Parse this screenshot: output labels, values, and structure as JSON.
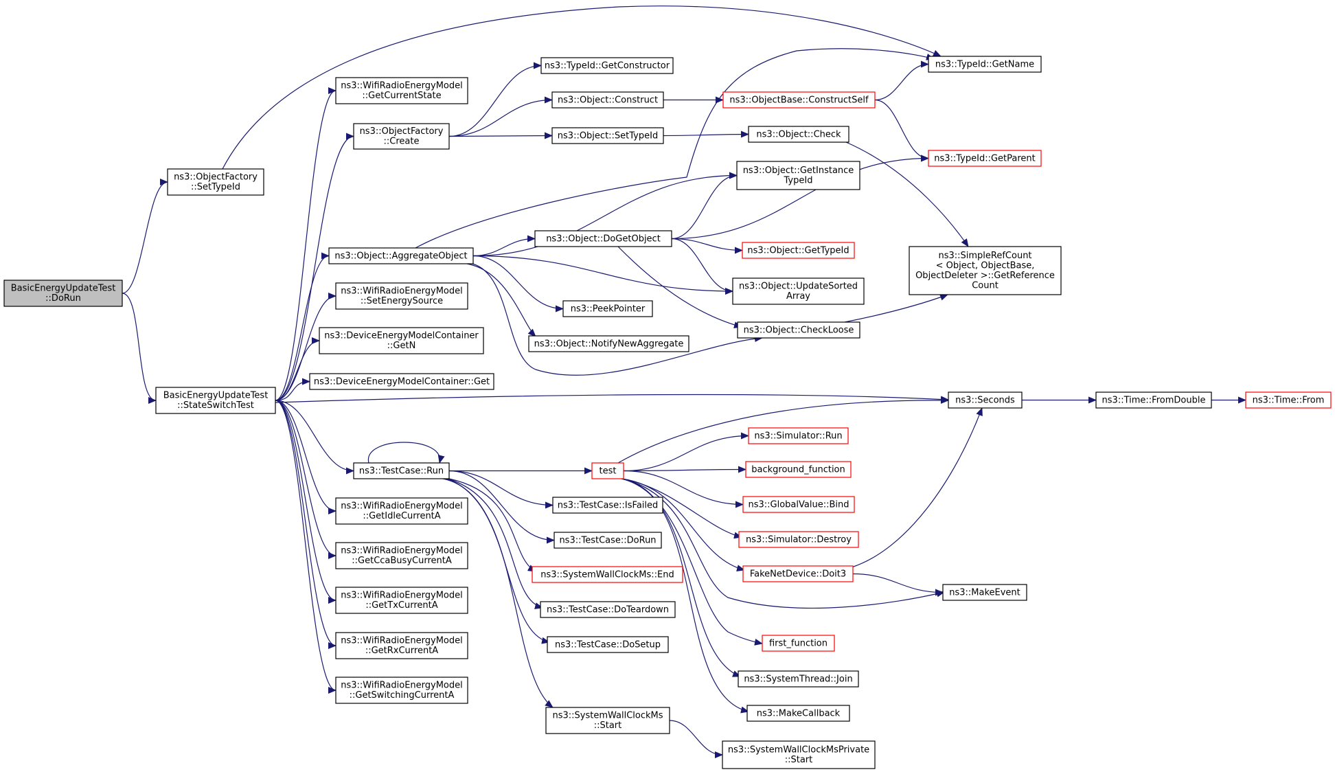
{
  "colors": {
    "edge": "#191970",
    "node_border": "#000000",
    "truncated_border": "#ff0000",
    "root_fill": "#bfbfbf",
    "node_fill": "#ffffff"
  },
  "nodes": [
    {
      "id": "dorun_root",
      "lines": [
        "BasicEnergyUpdateTest",
        "::DoRun"
      ],
      "style": "root"
    },
    {
      "id": "of_settypeid",
      "lines": [
        "ns3::ObjectFactory",
        "::SetTypeId"
      ],
      "style": "normal"
    },
    {
      "id": "stateswitch",
      "lines": [
        "BasicEnergyUpdateTest",
        "::StateSwitchTest"
      ],
      "style": "normal"
    },
    {
      "id": "wifi_getcurrentstate",
      "lines": [
        "ns3::WifiRadioEnergyModel",
        "::GetCurrentState"
      ],
      "style": "normal"
    },
    {
      "id": "of_create",
      "lines": [
        "ns3::ObjectFactory",
        "::Create"
      ],
      "style": "normal"
    },
    {
      "id": "aggregateobject",
      "lines": [
        "ns3::Object::AggregateObject"
      ],
      "style": "normal"
    },
    {
      "id": "wifi_setenergysource",
      "lines": [
        "ns3::WifiRadioEnergyModel",
        "::SetEnergySource"
      ],
      "style": "normal"
    },
    {
      "id": "demc_getn",
      "lines": [
        "ns3::DeviceEnergyModelContainer",
        "::GetN"
      ],
      "style": "normal"
    },
    {
      "id": "demc_get",
      "lines": [
        "ns3::DeviceEnergyModelContainer::Get"
      ],
      "style": "normal"
    },
    {
      "id": "testcase_run",
      "lines": [
        "ns3::TestCase::Run"
      ],
      "style": "normal"
    },
    {
      "id": "wifi_getidle",
      "lines": [
        "ns3::WifiRadioEnergyModel",
        "::GetIdleCurrentA"
      ],
      "style": "normal"
    },
    {
      "id": "wifi_getccabusy",
      "lines": [
        "ns3::WifiRadioEnergyModel",
        "::GetCcaBusyCurrentA"
      ],
      "style": "normal"
    },
    {
      "id": "wifi_gettx",
      "lines": [
        "ns3::WifiRadioEnergyModel",
        "::GetTxCurrentA"
      ],
      "style": "normal"
    },
    {
      "id": "wifi_getrx",
      "lines": [
        "ns3::WifiRadioEnergyModel",
        "::GetRxCurrentA"
      ],
      "style": "normal"
    },
    {
      "id": "wifi_getswitching",
      "lines": [
        "ns3::WifiRadioEnergyModel",
        "::GetSwitchingCurrentA"
      ],
      "style": "normal"
    },
    {
      "id": "typeid_getconstructor",
      "lines": [
        "ns3::TypeId::GetConstructor"
      ],
      "style": "normal"
    },
    {
      "id": "object_construct",
      "lines": [
        "ns3::Object::Construct"
      ],
      "style": "normal"
    },
    {
      "id": "object_settypeid",
      "lines": [
        "ns3::Object::SetTypeId"
      ],
      "style": "normal"
    },
    {
      "id": "object_dogetobject",
      "lines": [
        "ns3::Object::DoGetObject"
      ],
      "style": "normal"
    },
    {
      "id": "peekpointer",
      "lines": [
        "ns3::PeekPointer"
      ],
      "style": "normal"
    },
    {
      "id": "notifynewaggregate",
      "lines": [
        "ns3::Object::NotifyNewAggregate"
      ],
      "style": "normal"
    },
    {
      "id": "test_fn",
      "lines": [
        "test"
      ],
      "style": "truncated"
    },
    {
      "id": "tc_isfailed",
      "lines": [
        "ns3::TestCase::IsFailed"
      ],
      "style": "normal"
    },
    {
      "id": "tc_dorun",
      "lines": [
        "ns3::TestCase::DoRun"
      ],
      "style": "normal"
    },
    {
      "id": "swc_end",
      "lines": [
        "ns3::SystemWallClockMs::End"
      ],
      "style": "truncated"
    },
    {
      "id": "tc_doteardown",
      "lines": [
        "ns3::TestCase::DoTeardown"
      ],
      "style": "normal"
    },
    {
      "id": "tc_dosetup",
      "lines": [
        "ns3::TestCase::DoSetup"
      ],
      "style": "normal"
    },
    {
      "id": "swc_start",
      "lines": [
        "ns3::SystemWallClockMs",
        "::Start"
      ],
      "style": "normal"
    },
    {
      "id": "objectbase_constructself",
      "lines": [
        "ns3::ObjectBase::ConstructSelf"
      ],
      "style": "truncated"
    },
    {
      "id": "object_check",
      "lines": [
        "ns3::Object::Check"
      ],
      "style": "normal"
    },
    {
      "id": "object_getinstancetypeid",
      "lines": [
        "ns3::Object::GetInstance",
        "TypeId"
      ],
      "style": "normal"
    },
    {
      "id": "object_gettypeid",
      "lines": [
        "ns3::Object::GetTypeId"
      ],
      "style": "truncated"
    },
    {
      "id": "object_updatesorted",
      "lines": [
        "ns3::Object::UpdateSorted",
        "Array"
      ],
      "style": "normal"
    },
    {
      "id": "object_checkloose",
      "lines": [
        "ns3::Object::CheckLoose"
      ],
      "style": "normal"
    },
    {
      "id": "simulator_run",
      "lines": [
        "ns3::Simulator::Run"
      ],
      "style": "truncated"
    },
    {
      "id": "background_function",
      "lines": [
        "background_function"
      ],
      "style": "truncated"
    },
    {
      "id": "globalvalue_bind",
      "lines": [
        "ns3::GlobalValue::Bind"
      ],
      "style": "truncated"
    },
    {
      "id": "simulator_destroy",
      "lines": [
        "ns3::Simulator::Destroy"
      ],
      "style": "truncated"
    },
    {
      "id": "fakenetdevice_doit3",
      "lines": [
        "FakeNetDevice::Doit3"
      ],
      "style": "truncated"
    },
    {
      "id": "first_function",
      "lines": [
        "first_function"
      ],
      "style": "truncated"
    },
    {
      "id": "systemthread_join",
      "lines": [
        "ns3::SystemThread::Join"
      ],
      "style": "normal"
    },
    {
      "id": "makecallback",
      "lines": [
        "ns3::MakeCallback"
      ],
      "style": "normal"
    },
    {
      "id": "swcp_start",
      "lines": [
        "ns3::SystemWallClockMsPrivate",
        "::Start"
      ],
      "style": "normal"
    },
    {
      "id": "typeid_getname",
      "lines": [
        "ns3::TypeId::GetName"
      ],
      "style": "normal"
    },
    {
      "id": "typeid_getparent",
      "lines": [
        "ns3::TypeId::GetParent"
      ],
      "style": "truncated"
    },
    {
      "id": "simplerefcount",
      "lines": [
        "ns3::SimpleRefCount",
        "< Object, ObjectBase,",
        " ObjectDeleter >::GetReference",
        "Count"
      ],
      "style": "normal"
    },
    {
      "id": "seconds",
      "lines": [
        "ns3::Seconds"
      ],
      "style": "normal"
    },
    {
      "id": "makeevent",
      "lines": [
        "ns3::MakeEvent"
      ],
      "style": "normal"
    },
    {
      "id": "time_fromdouble",
      "lines": [
        "ns3::Time::FromDouble"
      ],
      "style": "normal"
    },
    {
      "id": "time_from",
      "lines": [
        "ns3::Time::From"
      ],
      "style": "truncated"
    }
  ],
  "edges": [
    [
      "dorun_root",
      "of_settypeid"
    ],
    [
      "dorun_root",
      "stateswitch"
    ],
    [
      "of_settypeid",
      "typeid_getname"
    ],
    [
      "stateswitch",
      "wifi_getcurrentstate"
    ],
    [
      "stateswitch",
      "of_create"
    ],
    [
      "stateswitch",
      "aggregateobject"
    ],
    [
      "stateswitch",
      "wifi_setenergysource"
    ],
    [
      "stateswitch",
      "demc_getn"
    ],
    [
      "stateswitch",
      "demc_get"
    ],
    [
      "stateswitch",
      "seconds"
    ],
    [
      "stateswitch",
      "testcase_run"
    ],
    [
      "stateswitch",
      "wifi_getidle"
    ],
    [
      "stateswitch",
      "wifi_getccabusy"
    ],
    [
      "stateswitch",
      "wifi_gettx"
    ],
    [
      "stateswitch",
      "wifi_getrx"
    ],
    [
      "stateswitch",
      "wifi_getswitching"
    ],
    [
      "of_create",
      "typeid_getconstructor"
    ],
    [
      "of_create",
      "object_construct"
    ],
    [
      "of_create",
      "object_settypeid"
    ],
    [
      "object_construct",
      "objectbase_constructself"
    ],
    [
      "object_settypeid",
      "object_check"
    ],
    [
      "objectbase_constructself",
      "typeid_getname"
    ],
    [
      "objectbase_constructself",
      "typeid_getparent"
    ],
    [
      "object_check",
      "simplerefcount"
    ],
    [
      "aggregateobject",
      "typeid_getname"
    ],
    [
      "aggregateobject",
      "object_getinstancetypeid"
    ],
    [
      "aggregateobject",
      "object_dogetobject"
    ],
    [
      "aggregateobject",
      "object_updatesorted"
    ],
    [
      "aggregateobject",
      "peekpointer"
    ],
    [
      "aggregateobject",
      "notifynewaggregate"
    ],
    [
      "aggregateobject",
      "object_checkloose"
    ],
    [
      "object_dogetobject",
      "object_getinstancetypeid"
    ],
    [
      "object_dogetobject",
      "typeid_getparent"
    ],
    [
      "object_dogetobject",
      "object_gettypeid"
    ],
    [
      "object_dogetobject",
      "object_updatesorted"
    ],
    [
      "object_dogetobject",
      "object_checkloose"
    ],
    [
      "object_checkloose",
      "simplerefcount"
    ],
    [
      "testcase_run",
      "testcase_run"
    ],
    [
      "testcase_run",
      "test_fn"
    ],
    [
      "testcase_run",
      "tc_isfailed"
    ],
    [
      "testcase_run",
      "tc_dorun"
    ],
    [
      "testcase_run",
      "swc_end"
    ],
    [
      "testcase_run",
      "tc_doteardown"
    ],
    [
      "testcase_run",
      "tc_dosetup"
    ],
    [
      "testcase_run",
      "swc_start"
    ],
    [
      "swc_start",
      "swcp_start"
    ],
    [
      "test_fn",
      "seconds"
    ],
    [
      "test_fn",
      "simulator_run"
    ],
    [
      "test_fn",
      "background_function"
    ],
    [
      "test_fn",
      "globalvalue_bind"
    ],
    [
      "test_fn",
      "simulator_destroy"
    ],
    [
      "test_fn",
      "fakenetdevice_doit3"
    ],
    [
      "test_fn",
      "makeevent"
    ],
    [
      "test_fn",
      "first_function"
    ],
    [
      "test_fn",
      "systemthread_join"
    ],
    [
      "test_fn",
      "makecallback"
    ],
    [
      "fakenetdevice_doit3",
      "seconds"
    ],
    [
      "fakenetdevice_doit3",
      "makeevent"
    ],
    [
      "seconds",
      "time_fromdouble"
    ],
    [
      "time_fromdouble",
      "time_from"
    ]
  ]
}
